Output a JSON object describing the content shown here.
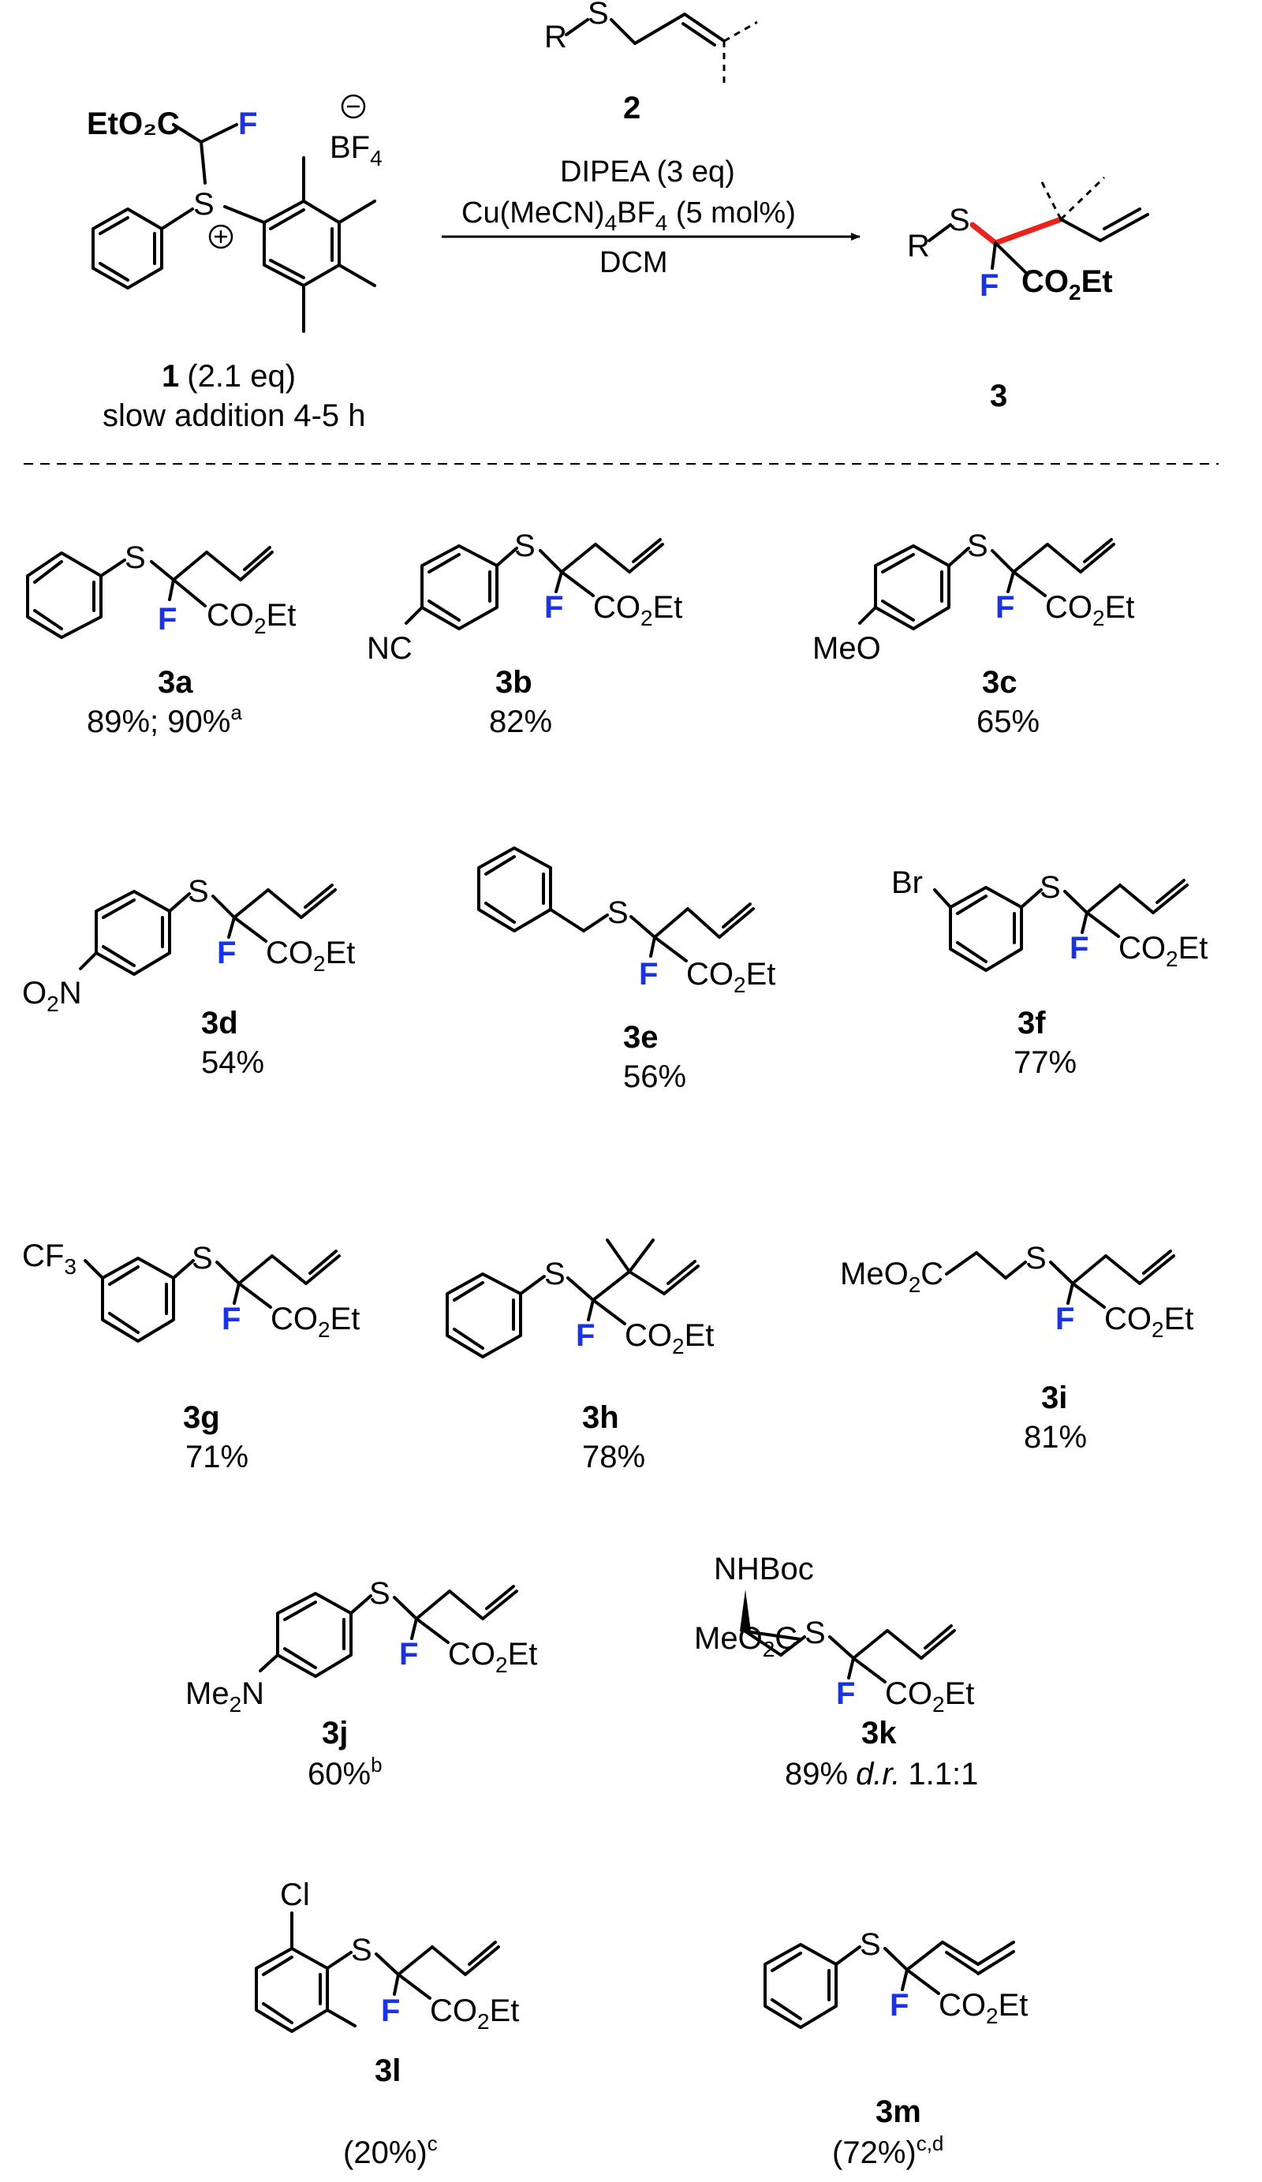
{
  "scheme": {
    "reagent_1": {
      "ester_label": "EtO₂C",
      "fluorine": "F",
      "sulfur": "S",
      "counterion": "BF",
      "counterion_sub": "4",
      "id": "1",
      "equiv": "(2.1 eq)",
      "addition": "slow addition 4-5 h"
    },
    "reagent_2": {
      "R": "R",
      "S": "S",
      "id": "2"
    },
    "conditions": {
      "base": "DIPEA (3 eq)",
      "catalyst_a": "Cu(MeCN)",
      "catalyst_sub1": "4",
      "catalyst_b": "BF",
      "catalyst_sub2": "4",
      "catalyst_c": " (5 mol%)",
      "solvent": "DCM"
    },
    "product_3": {
      "R": "R",
      "S": "S",
      "F": "F",
      "ester": "CO",
      "ester_sub": "2",
      "ester_end": "Et",
      "id": "3"
    }
  },
  "products": [
    {
      "id": "3a",
      "yield": "89%; 90%",
      "note": "a"
    },
    {
      "id": "3b",
      "yield": "82%",
      "substituent": "NC"
    },
    {
      "id": "3c",
      "yield": "65%",
      "substituent": "MeO"
    },
    {
      "id": "3d",
      "yield": "54%",
      "substituent": "O",
      "substituent_sub": "2",
      "substituent_end": "N"
    },
    {
      "id": "3e",
      "yield": "56%"
    },
    {
      "id": "3f",
      "yield": "77%",
      "substituent": "Br"
    },
    {
      "id": "3g",
      "yield": "71%",
      "substituent": "CF",
      "substituent_sub": "3"
    },
    {
      "id": "3h",
      "yield": "78%"
    },
    {
      "id": "3i",
      "yield": "81%",
      "substituent": "MeO",
      "substituent_sub": "2",
      "substituent_end": "C"
    },
    {
      "id": "3j",
      "yield": "60%",
      "note": "b",
      "substituent": "Me",
      "substituent_sub": "2",
      "substituent_end": "N"
    },
    {
      "id": "3k",
      "yield": "89%",
      "dr_label": "d.r.",
      "dr_value": "1.1:1",
      "amine": "NHBoc",
      "substituent": "MeO",
      "substituent_sub": "2",
      "substituent_end": "C"
    },
    {
      "id": "3l",
      "yield": "(20%)",
      "note": "c",
      "substituent": "Cl"
    },
    {
      "id": "3m",
      "yield": "(72%)",
      "note": "c,d"
    }
  ],
  "common_labels": {
    "S": "S",
    "F": "F",
    "ester": "CO",
    "ester_sub": "2",
    "ester_end": "Et"
  },
  "colors": {
    "fluorine": "#1a33e6",
    "new_bond": "#e8231a",
    "bonds": "#000000"
  }
}
